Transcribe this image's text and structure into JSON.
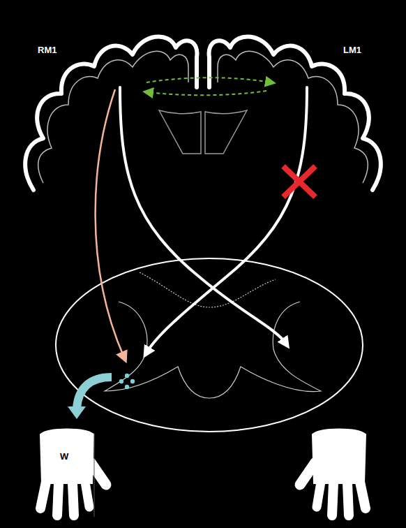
{
  "diagram": {
    "labels": [
      "RM1",
      "LM1",
      "W"
    ]
  }
}
